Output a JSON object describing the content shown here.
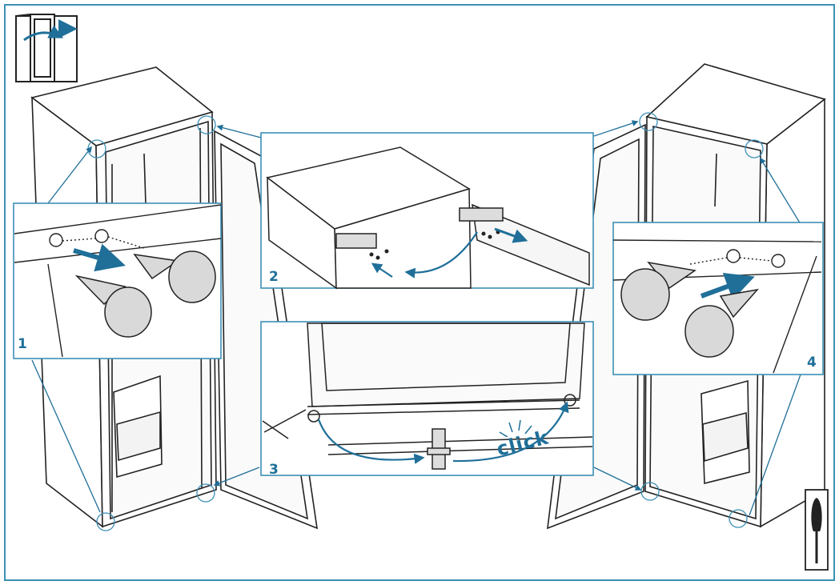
{
  "colors": {
    "accent": "#1f6f99",
    "frame": "#3c8fb5",
    "line": "#222222",
    "panel_fill": "#ffffff",
    "pin_fill": "#d9d9d9"
  },
  "steps": [
    {
      "label": "1"
    },
    {
      "label": "2"
    },
    {
      "label": "3"
    },
    {
      "label": "4"
    }
  ],
  "click_text": "click",
  "icons": {
    "door_reverse": "door-reverse-icon",
    "screwdriver": "screwdriver-icon"
  }
}
